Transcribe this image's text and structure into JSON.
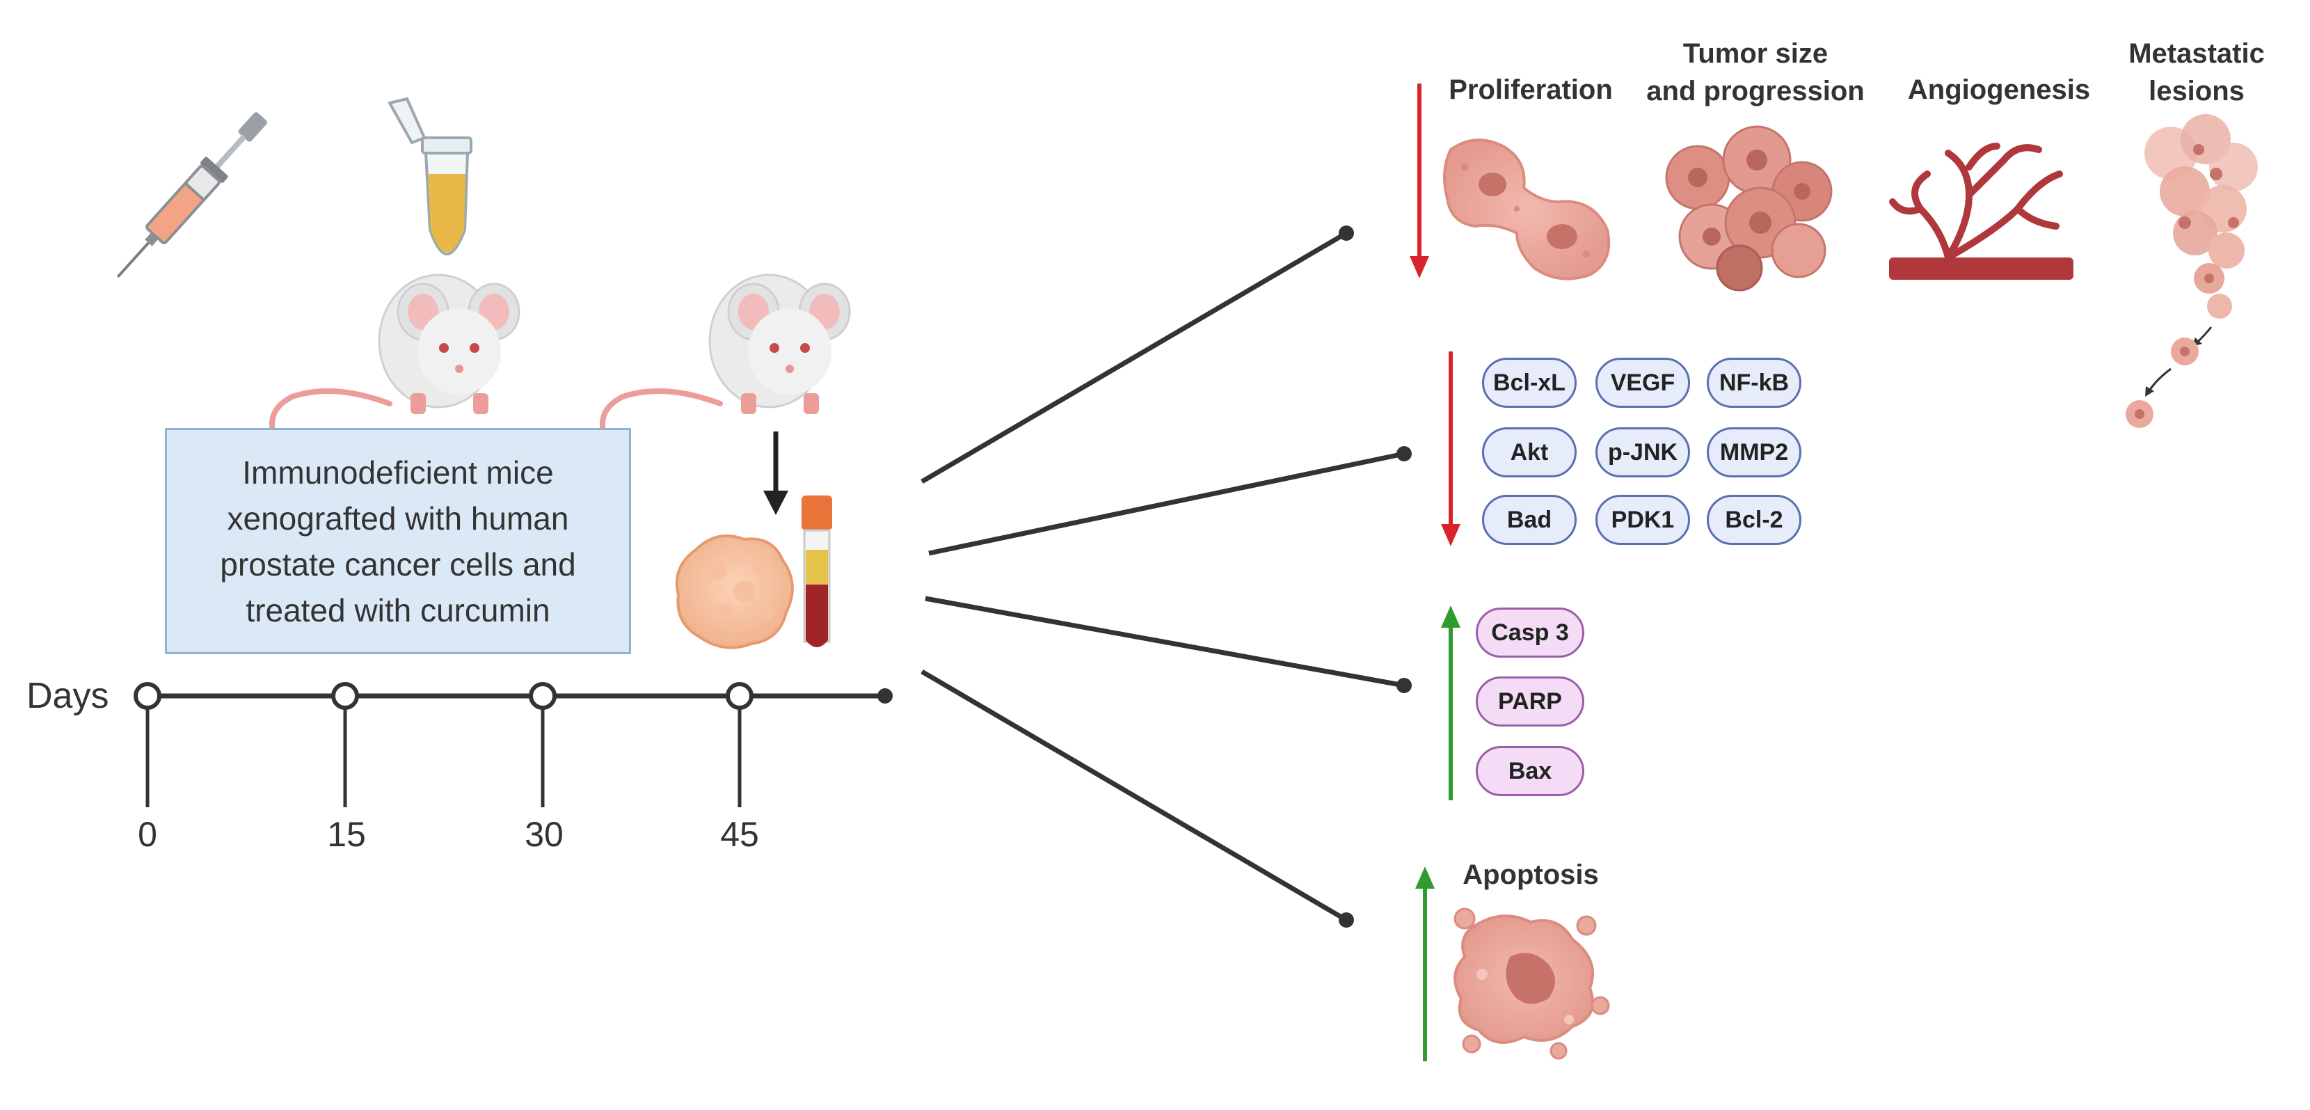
{
  "protocol": {
    "description_lines": [
      "Immunodeficient mice",
      "xenografted with human",
      "prostate cancer cells and",
      "treated with curcumin"
    ]
  },
  "timeline": {
    "label": "Days",
    "ticks": [
      "0",
      "15",
      "30",
      "45"
    ]
  },
  "effects": {
    "proliferation": "Proliferation",
    "tumor_size": [
      "Tumor size",
      "and progression"
    ],
    "angiogenesis": "Angiogenesis",
    "metastatic": [
      "Metastatic",
      "lesions"
    ],
    "apoptosis": "Apoptosis"
  },
  "down_markers": [
    "Bcl-xL",
    "VEGF",
    "NF-kB",
    "Akt",
    "p-JNK",
    "MMP2",
    "Bad",
    "PDK1",
    "Bcl-2"
  ],
  "up_markers": [
    "Casp 3",
    "PARP",
    "Bax"
  ],
  "colors": {
    "down_arrow": "#d9232b",
    "up_arrow": "#2f9a2f",
    "blue_pill_fill": "#e7ecfb",
    "blue_pill_border": "#5a6fb3",
    "pink_pill_fill": "#f4dcf7",
    "pink_pill_border": "#9a5ea8",
    "info_box_fill": "#dbe9f7",
    "tissue_pink": "#e8a79d",
    "tissue_dark": "#c77268",
    "vessel_red": "#b0373b"
  },
  "icons": [
    "syringe-icon",
    "sample-tube-icon",
    "mouse-icon",
    "tumor-icon",
    "blood-tube-icon",
    "dividing-cell-icon",
    "tumor-cluster-icon",
    "blood-vessel-icon",
    "metastasis-icon",
    "apoptotic-cell-icon"
  ]
}
